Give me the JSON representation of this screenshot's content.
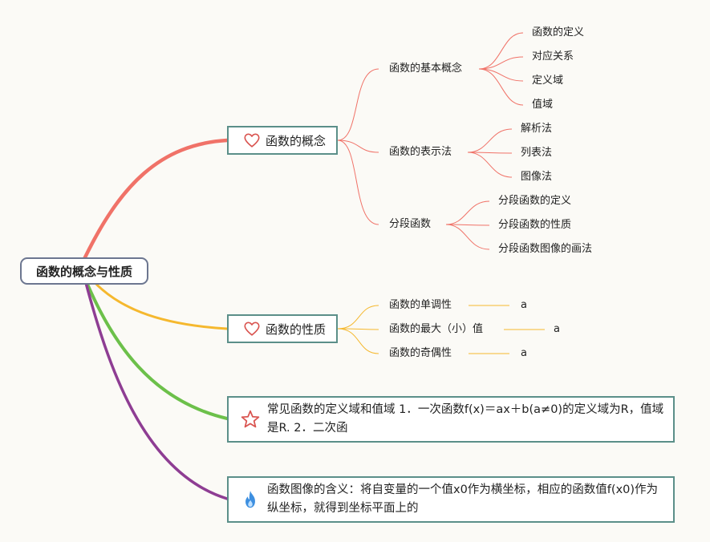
{
  "root": {
    "title": "函数的概念与性质"
  },
  "branches": {
    "concept": {
      "title": "函数的概念",
      "icon": "heart-outline-icon",
      "color": "#f07268",
      "groups": {
        "basic": {
          "title": "函数的基本概念",
          "items": [
            "函数的定义",
            "对应关系",
            "定义域",
            "值域"
          ]
        },
        "repr": {
          "title": "函数的表示法",
          "items": [
            "解析法",
            "列表法",
            "图像法"
          ]
        },
        "piecewise": {
          "title": "分段函数",
          "items": [
            "分段函数的定义",
            "分段函数的性质",
            "分段函数图像的画法"
          ]
        }
      }
    },
    "property": {
      "title": "函数的性质",
      "icon": "heart-outline-icon",
      "color": "#f5b82e",
      "items": [
        {
          "label": "函数的单调性",
          "value": "a"
        },
        {
          "label": "函数的最大（小）值",
          "value": "a"
        },
        {
          "label": "函数的奇偶性",
          "value": "a"
        }
      ]
    },
    "common": {
      "text": "常见函数的定义域和值域 1．一次函数f(x)＝ax＋b(a≠0)的定义域为R，值域是R. 2．二次函",
      "icon": "star-outline-icon",
      "color": "#6cc04a"
    },
    "graph": {
      "text": "函数图像的含义：将自变量的一个值x0作为横坐标，相应的函数值f(x0)作为纵坐标，就得到坐标平面上的",
      "icon": "flame-icon",
      "color": "#8e3d93"
    }
  }
}
